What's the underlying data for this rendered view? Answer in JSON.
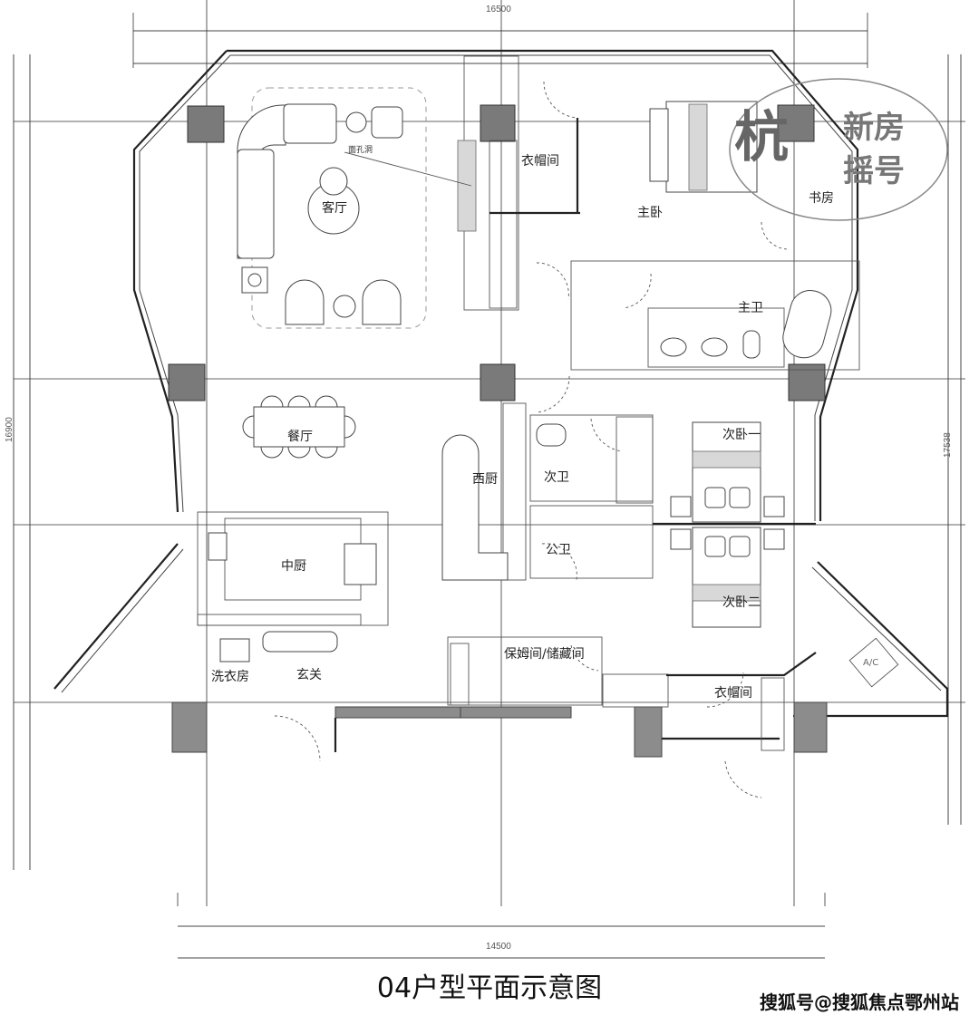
{
  "title": "04户型平面示意图",
  "watermark": "搜狐号@搜狐焦点鄂州站",
  "stamp": {
    "line1": "新房",
    "line2": "摇号",
    "glyph": "杭"
  },
  "dimensions": {
    "top_total": "16500",
    "bottom_total": "14500",
    "left_total": "16900",
    "right_total": "17538"
  },
  "annotations": {
    "opening_note": "面孔洞",
    "ac_unit": "A/C"
  },
  "rooms": {
    "living_room": "客厅",
    "dining_room": "餐厅",
    "chinese_kitchen": "中厨",
    "western_kitchen": "西厨",
    "laundry_room": "洗衣房",
    "foyer": "玄关",
    "cloakroom_master": "衣帽间",
    "master_bedroom": "主卧",
    "study": "书房",
    "master_bath": "主卫",
    "second_bath": "次卫",
    "public_bath": "公卫",
    "bedroom_1": "次卧一",
    "bedroom_2": "次卧二",
    "nanny_storage": "保姆间/储藏间",
    "cloakroom_secondary": "衣帽间"
  }
}
